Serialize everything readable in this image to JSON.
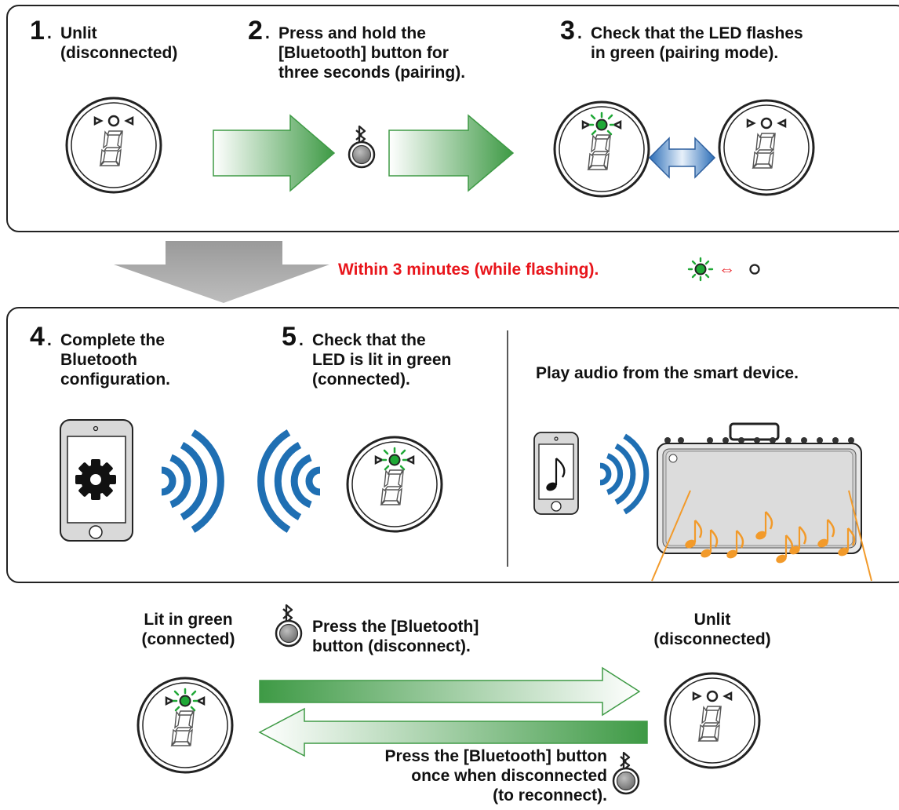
{
  "steps": [
    {
      "number": "1",
      "text": "Unlit\n(disconnected)"
    },
    {
      "number": "2",
      "text": "Press and hold the\n[Bluetooth] button for\nthree seconds (pairing)."
    },
    {
      "number": "3",
      "text": "Check that the LED flashes\nin green (pairing mode)."
    },
    {
      "number": "4",
      "text": "Complete the\nBluetooth\nconfiguration."
    },
    {
      "number": "5",
      "text": "Check that the\nLED is lit in green\n(connected)."
    }
  ],
  "within_note": "Within 3 minutes (while flashing).",
  "within_symbol": "⇔",
  "play_audio": "Play audio from the smart device.",
  "bottom": {
    "left_state": "Lit in green\n(connected)",
    "right_state": "Unlit\n(disconnected)",
    "press_disconnect": "Press the [Bluetooth]\nbutton (disconnect).",
    "press_reconnect": "Press the [Bluetooth] button\nonce when disconnected\n(to reconnect)."
  },
  "colors": {
    "led_green": "#1fa836",
    "arrow_green": "#3e9a45",
    "note_orange": "#f29a2a",
    "wave_blue": "#1f6fb3",
    "warning_red": "#e8151b"
  }
}
